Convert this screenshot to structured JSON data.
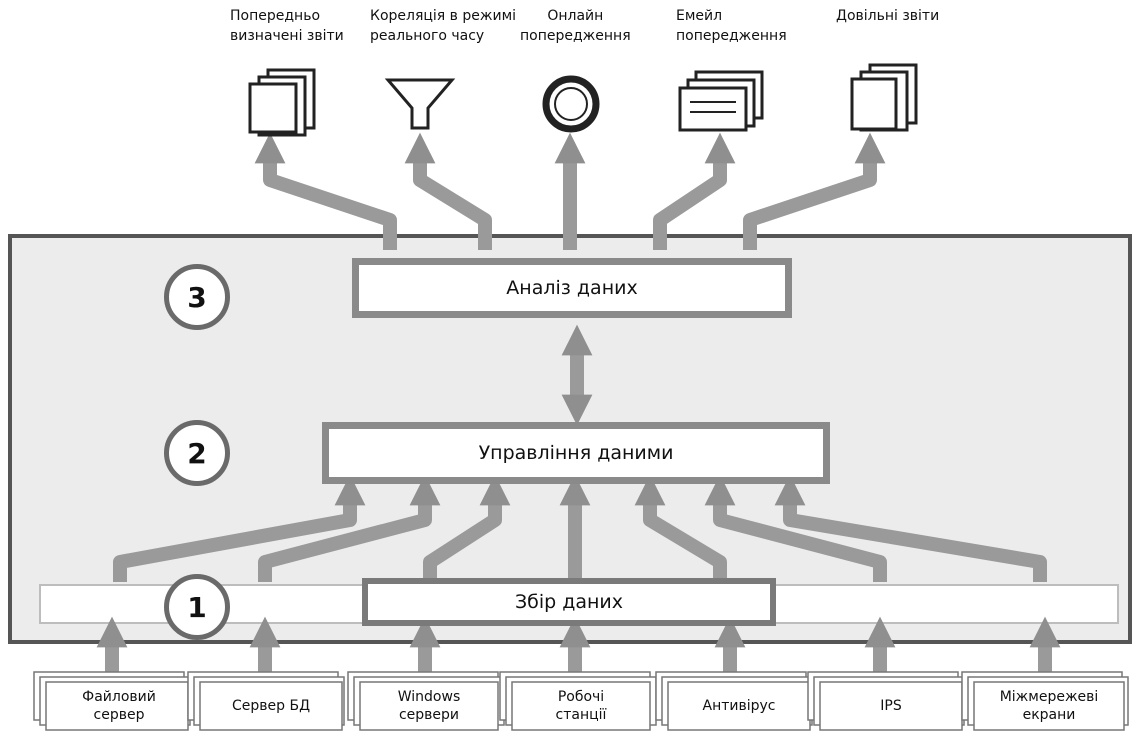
{
  "outputs": [
    {
      "label": "Попередньо\nвизначені звіти",
      "icon": "documents-stack-icon"
    },
    {
      "label": "Кореляція в режимі\nреального часу",
      "icon": "funnel-icon"
    },
    {
      "label": "Онлайн\nпопередження",
      "icon": "ring-alert-icon"
    },
    {
      "label": "Емейл\nпопередження",
      "icon": "envelope-stack-icon"
    },
    {
      "label": "Довільні звіти",
      "icon": "documents-stack-icon"
    }
  ],
  "layers": {
    "analysis": {
      "number": "3",
      "label": "Аналіз даних"
    },
    "management": {
      "number": "2",
      "label": "Управління даними"
    },
    "collection": {
      "number": "1",
      "label": "Збір даних"
    }
  },
  "sources": [
    "Файловий\nсервер",
    "Сервер БД",
    "Windows\nсервери",
    "Робочі\nстанції",
    "Антивірус",
    "IPS",
    "Міжмережеві\nекрани"
  ],
  "colors": {
    "panel": "#ececec",
    "arrow": "#9a9a9a",
    "border": "#555555"
  }
}
